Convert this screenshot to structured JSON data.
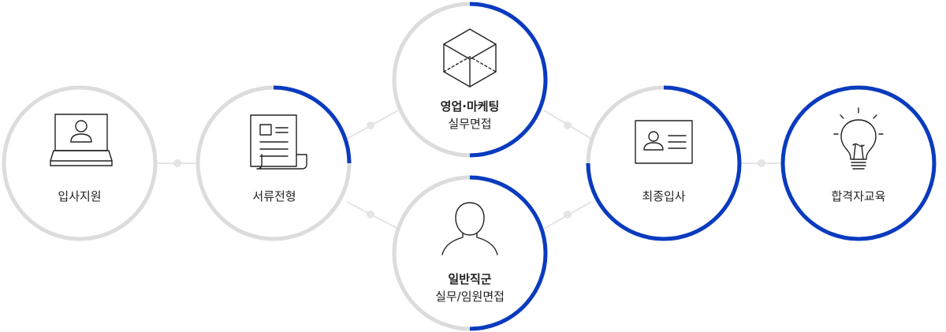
{
  "steps": [
    {
      "id": "apply",
      "label": "입사지원",
      "icon": "laptop-user-icon",
      "progress": 0
    },
    {
      "id": "screening",
      "label": "서류전형",
      "icon": "document-icon",
      "progress": 0.25
    },
    {
      "id": "sales",
      "title": "영업·마케팅",
      "subtitle": "실무면접",
      "icon": "cube-icon",
      "progress": 0.5
    },
    {
      "id": "general",
      "title": "일반직군",
      "subtitle": "실무/임원면접",
      "icon": "person-icon",
      "progress": 0.5
    },
    {
      "id": "final",
      "label": "최종입사",
      "icon": "id-card-icon",
      "progress": 0.75
    },
    {
      "id": "training",
      "label": "합격자교육",
      "icon": "lightbulb-icon",
      "progress": 1
    }
  ],
  "colors": {
    "accent": "#0a3bbf",
    "ring": "#dcdcdc",
    "icon": "#222222"
  }
}
